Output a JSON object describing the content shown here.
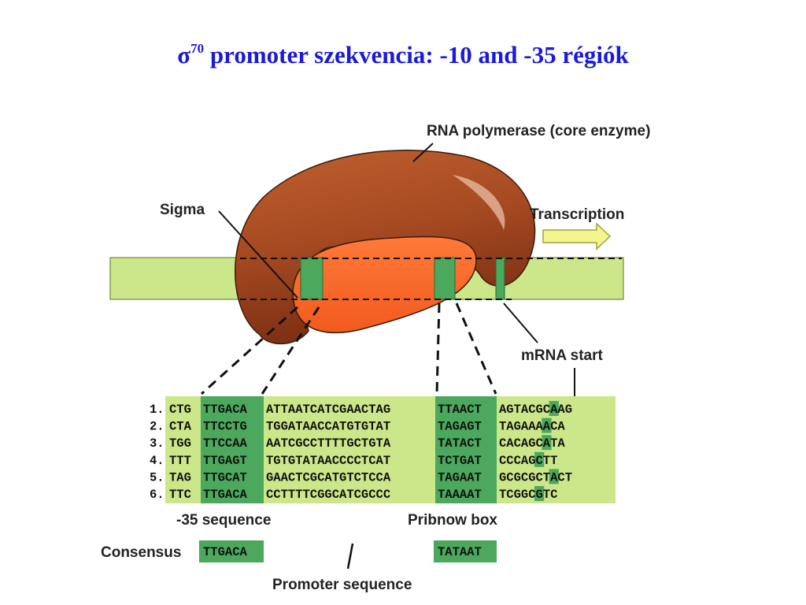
{
  "title": {
    "symbol": "σ",
    "superscript": "70",
    "text": " promoter szekvencia: -10 and -35 régiók"
  },
  "labels": {
    "rna_polymerase": "RNA polymerase (core enzyme)",
    "sigma": "Sigma",
    "transcription": "Transcription",
    "mrna_start": "mRNA start",
    "minus35": "-35 sequence",
    "pribnow": "Pribnow box",
    "consensus": "Consensus",
    "promoter": "Promoter sequence"
  },
  "sequences": [
    {
      "num": "1.",
      "a": "CTG",
      "m35": "TTGACA",
      "spacer": "ATTAATCATCGAACTAG",
      "m10": "TTAACT",
      "pre": "AGTACGC",
      "start": "A",
      "post": "AG"
    },
    {
      "num": "2.",
      "a": "CTA",
      "m35": "TTCCTG",
      "spacer": "TGGATAACCATGTGTAT",
      "m10": "TAGAGT",
      "pre": "TAGAAA",
      "start": "A",
      "post": "CA"
    },
    {
      "num": "3.",
      "a": "TGG",
      "m35": "TTCCAA",
      "spacer": "AATCGCCTTTTGCTGTA",
      "m10": "TATACT",
      "pre": "CACAGC",
      "start": "A",
      "post": "TA"
    },
    {
      "num": "4.",
      "a": "TTT",
      "m35": "TTGAGT",
      "spacer": "TGTGTATAACCCCTCAT",
      "m10": "TCTGAT",
      "pre": "CCCAG",
      "start": "C",
      "post": "TT"
    },
    {
      "num": "5.",
      "a": "TAG",
      "m35": "TTGCAT",
      "spacer": "GAACTCGCATGTCTCCA",
      "m10": "TAGAAT",
      "pre": "GCGCGCT",
      "start": "A",
      "post": "CT"
    },
    {
      "num": "6.",
      "a": "TTC",
      "m35": "TTGACA",
      "spacer": "CCTTTTCGGCATCGCCC",
      "m10": "TAAAAT",
      "pre": "TCGGC",
      "start": "G",
      "post": "TC"
    }
  ],
  "consensus": {
    "m35": "TTGACA",
    "m10": "TATAAT"
  },
  "colors": {
    "title": "#1a1adc",
    "dna": "#cce68a",
    "box": "#4ca85c",
    "polymerase": "#a64a22",
    "sigma": "#ff6a2a",
    "arrow": "#f5f590"
  }
}
